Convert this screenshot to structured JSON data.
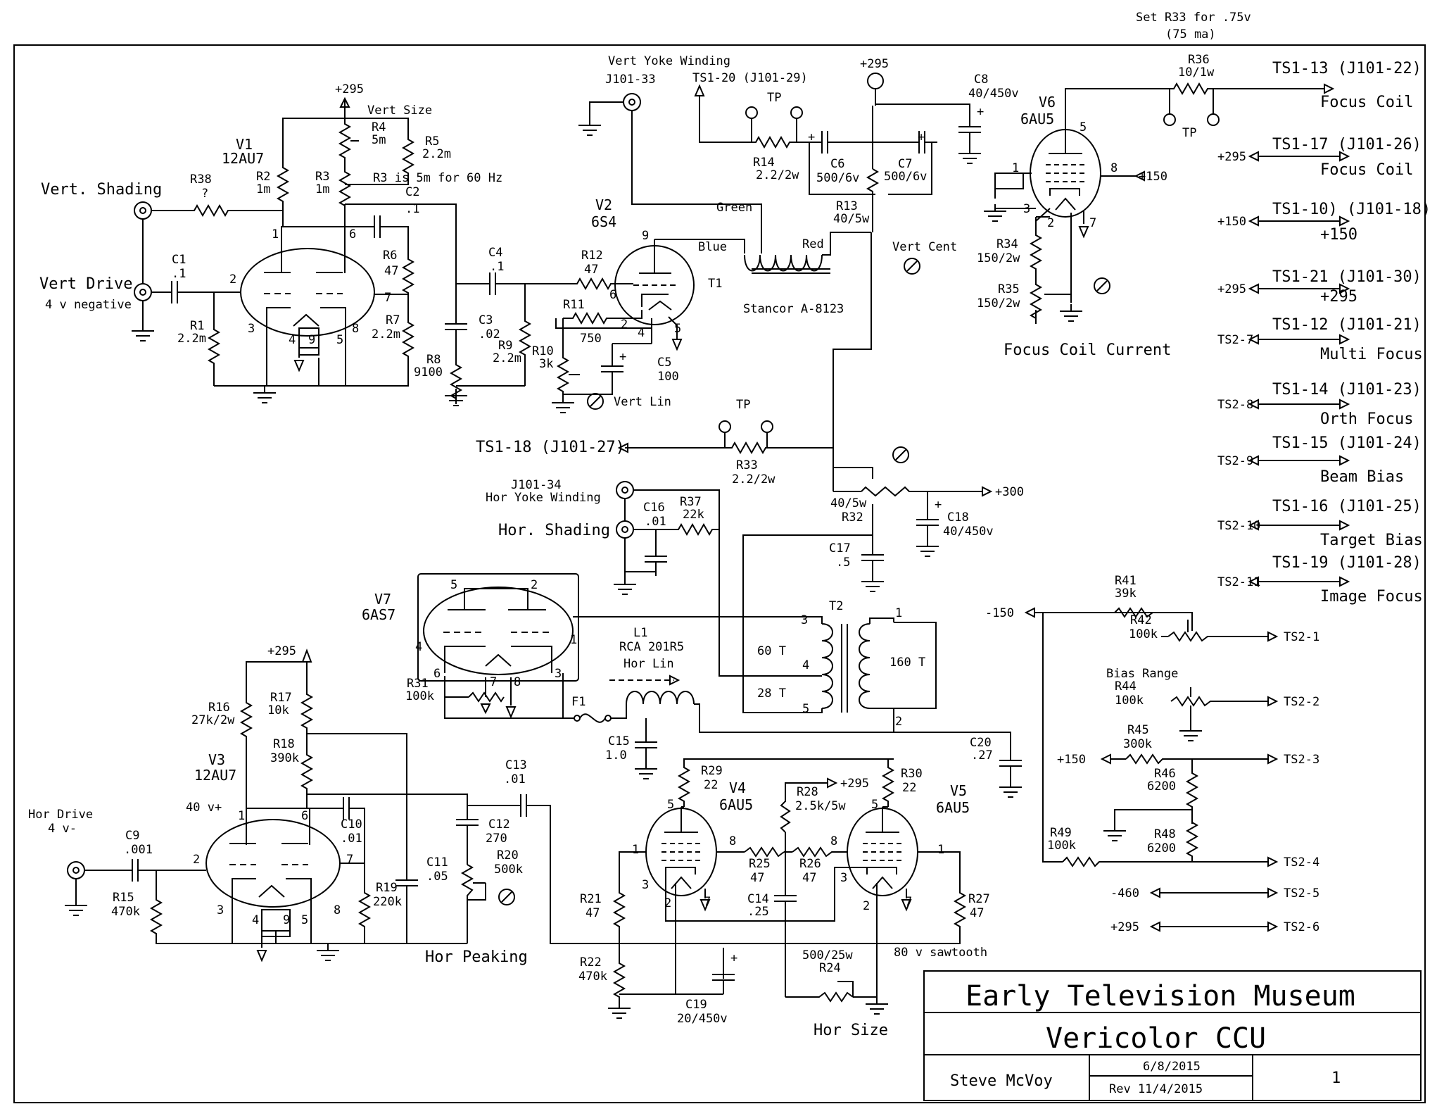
{
  "title_block": {
    "org": "Early Television Museum",
    "title": "Vericolor CCU",
    "author": "Steve McVoy",
    "date": "6/8/2015",
    "rev": "Rev 11/4/2015",
    "sheet": "1"
  },
  "notes": {
    "r33_set": "Set R33 for .75v",
    "r33_ma": "(75 ma)",
    "r3_note": "R3 is 5m for 60 Hz"
  },
  "labels": {
    "vert_shading": "Vert. Shading",
    "vert_drive": "Vert Drive",
    "vert_drive_v": "4 v negative",
    "vert_size": "Vert Size",
    "vert_yoke": "Vert Yoke Winding",
    "j101_33": "J101-33",
    "ts1_20": "TS1-20 (J101-29)",
    "vert_lin": "Vert Lin",
    "vert_cent": "Vert Cent",
    "green": "Green",
    "blue": "Blue",
    "red": "Red",
    "stancor": "Stancor A-8123",
    "t1": "T1",
    "tp": "TP",
    "ts1_18": "TS1-18 (J101-27)",
    "j101_34": "J101-34",
    "hor_yoke": "Hor Yoke Winding",
    "hor_shading": "Hor. Shading",
    "plus300": "+300",
    "focus_coil_current": "Focus Coil Current",
    "hor_drive": "Hor Drive",
    "hor_drive_v": "4 v-",
    "hor_peaking": "Hor Peaking",
    "hor_size": "Hor Size",
    "sawtooth": "80 v sawtooth",
    "v40": "40 v+",
    "bias_range": "Bias Range",
    "l1_name": "RCA 201R5",
    "hor_lin": "Hor Lin",
    "t2_60": "60 T",
    "t2_28": "28 T",
    "t2_160": "160 T",
    "plus295": "+295",
    "plus150": "+150",
    "minus150": "-150",
    "minus460": "-460"
  },
  "tubes": {
    "v1": {
      "ref": "V1",
      "type": "12AU7"
    },
    "v2": {
      "ref": "V2",
      "type": "6S4"
    },
    "v3": {
      "ref": "V3",
      "type": "12AU7"
    },
    "v4": {
      "ref": "V4",
      "type": "6AU5"
    },
    "v5": {
      "ref": "V5",
      "type": "6AU5"
    },
    "v6": {
      "ref": "V6",
      "type": "6AU5"
    },
    "v7": {
      "ref": "V7",
      "type": "6AS7"
    }
  },
  "parts": {
    "r1": {
      "ref": "R1",
      "val": "2.2m"
    },
    "r2": {
      "ref": "R2",
      "val": "1m"
    },
    "r3": {
      "ref": "R3",
      "val": "1m"
    },
    "r4": {
      "ref": "R4",
      "val": "5m"
    },
    "r5": {
      "ref": "R5",
      "val": "2.2m"
    },
    "r6": {
      "ref": "R6",
      "val": "47"
    },
    "r7": {
      "ref": "R7",
      "val": "2.2m"
    },
    "r8": {
      "ref": "R8",
      "val": "9100"
    },
    "r9": {
      "ref": "R9",
      "val": "2.2m"
    },
    "r10": {
      "ref": "R10",
      "val": "3k"
    },
    "r11": {
      "ref": "R11",
      "val": "750"
    },
    "r12": {
      "ref": "R12",
      "val": "47"
    },
    "r13": {
      "ref": "R13",
      "val": "40/5w"
    },
    "r14": {
      "ref": "R14",
      "val": "2.2/2w"
    },
    "r15": {
      "ref": "R15",
      "val": "470k"
    },
    "r16": {
      "ref": "R16",
      "val": "27k/2w"
    },
    "r17": {
      "ref": "R17",
      "val": "10k"
    },
    "r18": {
      "ref": "R18",
      "val": "390k"
    },
    "r19": {
      "ref": "R19",
      "val": "220k"
    },
    "r20": {
      "ref": "R20",
      "val": "500k"
    },
    "r21": {
      "ref": "R21",
      "val": "47"
    },
    "r22": {
      "ref": "R22",
      "val": "470k"
    },
    "r24": {
      "ref": "R24",
      "val": "500/25w"
    },
    "r25": {
      "ref": "R25",
      "val": "47"
    },
    "r26": {
      "ref": "R26",
      "val": "47"
    },
    "r27": {
      "ref": "R27",
      "val": "47"
    },
    "r28": {
      "ref": "R28",
      "val": "2.5k/5w"
    },
    "r29": {
      "ref": "R29",
      "val": "22"
    },
    "r30": {
      "ref": "R30",
      "val": "22"
    },
    "r31": {
      "ref": "R31",
      "val": "100k"
    },
    "r32": {
      "ref": "R32",
      "val": "40/5w"
    },
    "r33": {
      "ref": "R33",
      "val": "2.2/2w"
    },
    "r34": {
      "ref": "R34",
      "val": "150/2w"
    },
    "r35": {
      "ref": "R35",
      "val": "150/2w"
    },
    "r36": {
      "ref": "R36",
      "val": "10/1w"
    },
    "r37": {
      "ref": "R37",
      "val": "22k"
    },
    "r38": {
      "ref": "R38",
      "val": "?"
    },
    "r41": {
      "ref": "R41",
      "val": "39k"
    },
    "r42": {
      "ref": "R42",
      "val": "100k"
    },
    "r44": {
      "ref": "R44",
      "val": "100k"
    },
    "r45": {
      "ref": "R45",
      "val": "300k"
    },
    "r46": {
      "ref": "R46",
      "val": "6200"
    },
    "r48": {
      "ref": "R48",
      "val": "6200"
    },
    "r49": {
      "ref": "R49",
      "val": "100k"
    },
    "c1": {
      "ref": "C1",
      "val": ".1"
    },
    "c2": {
      "ref": "C2",
      "val": ".1"
    },
    "c3": {
      "ref": "C3",
      "val": ".02"
    },
    "c4": {
      "ref": "C4",
      "val": ".1"
    },
    "c5": {
      "ref": "C5",
      "val": "100"
    },
    "c6": {
      "ref": "C6",
      "val": "500/6v"
    },
    "c7": {
      "ref": "C7",
      "val": "500/6v"
    },
    "c8": {
      "ref": "C8",
      "val": "40/450v"
    },
    "c9": {
      "ref": "C9",
      "val": ".001"
    },
    "c10": {
      "ref": "C10",
      "val": ".01"
    },
    "c11": {
      "ref": "C11",
      "val": ".05"
    },
    "c12": {
      "ref": "C12",
      "val": "270"
    },
    "c13": {
      "ref": "C13",
      "val": ".01"
    },
    "c14": {
      "ref": "C14",
      "val": ".25"
    },
    "c15": {
      "ref": "C15",
      "val": "1.0"
    },
    "c16": {
      "ref": "C16",
      "val": ".01"
    },
    "c17": {
      "ref": "C17",
      "val": ".5"
    },
    "c18": {
      "ref": "C18",
      "val": "40/450v"
    },
    "c19": {
      "ref": "C19",
      "val": "20/450v"
    },
    "c20": {
      "ref": "C20",
      "val": ".27"
    },
    "l1": {
      "ref": "L1"
    },
    "t2": {
      "ref": "T2"
    },
    "f1": {
      "ref": "F1"
    }
  },
  "terminals": [
    {
      "name": "TS1-13 (J101-22)",
      "func": "Focus Coil"
    },
    {
      "name": "TS1-17 (J101-26)",
      "func": "Focus Coil",
      "left": "+295"
    },
    {
      "name": "TS1-10) (J101-18)",
      "func": "+150",
      "left": "+150"
    },
    {
      "name": "TS1-21 (J101-30)",
      "func": "+295",
      "left": "+295"
    },
    {
      "name": "TS1-12 (J101-21)",
      "func": "Multi Focus",
      "left": "TS2-7"
    },
    {
      "name": "TS1-14 (J101-23)",
      "func": "Orth Focus",
      "left": "TS2-8"
    },
    {
      "name": "TS1-15 (J101-24)",
      "func": "Beam Bias",
      "left": "TS2-9"
    },
    {
      "name": "TS1-16 (J101-25)",
      "func": "Target Bias",
      "left": "TS2-10"
    },
    {
      "name": "TS1-19 (J101-28)",
      "func": "Image Focus",
      "left": "TS2-11"
    }
  ],
  "ts2": [
    "TS2-1",
    "TS2-2",
    "TS2-3",
    "TS2-4",
    "TS2-5",
    "TS2-6"
  ]
}
